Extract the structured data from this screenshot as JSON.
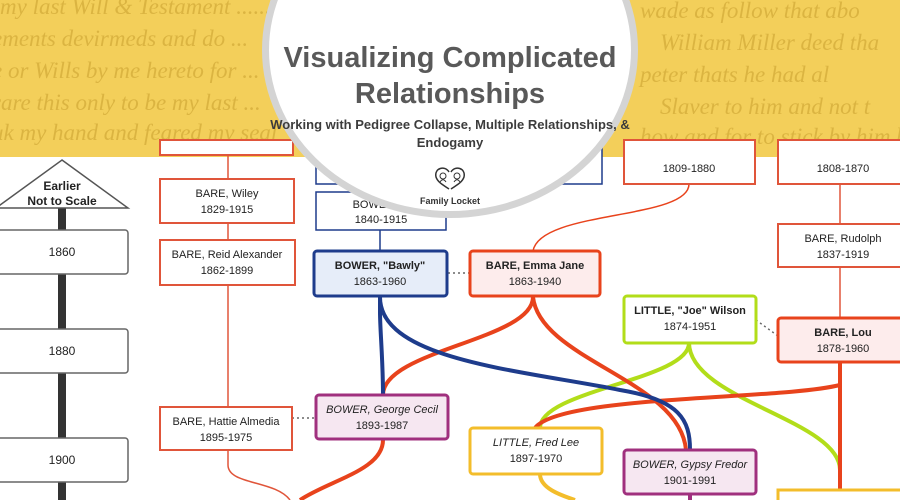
{
  "header": {
    "title": "Visualizing Complicated Relationships",
    "subtitle": "Working with Pedigree Collapse, Multiple Relationships, & Endogamy",
    "logo_text": "Family Locket"
  },
  "timeline": {
    "label": "Earlier Not to Scale",
    "years": [
      "1860",
      "1880",
      "1900"
    ]
  },
  "people": [
    {
      "id": "partial_left",
      "name": "",
      "dates": "",
      "style": "plain"
    },
    {
      "id": "partial_mid",
      "name": "",
      "dates": "",
      "style": "plain"
    },
    {
      "id": "wiley",
      "name": "BARE, Wiley",
      "dates": "1829-1915",
      "style": "plain"
    },
    {
      "id": "reid",
      "name": "BARE, Reid Alexander",
      "dates": "1862-1899",
      "style": "plain"
    },
    {
      "id": "bower_partial",
      "name": "BOWER, ...",
      "dates": "1840-1915",
      "style": "plain"
    },
    {
      "id": "bawly",
      "name": "BOWER, \"Bawly\"",
      "dates": "1863-1960",
      "style": "blue"
    },
    {
      "id": "emma",
      "name": "BARE, Emma Jane",
      "dates": "1863-1940",
      "style": "red"
    },
    {
      "id": "p1809",
      "name": "",
      "dates": "1809-1880",
      "style": "plain"
    },
    {
      "id": "p1808",
      "name": "",
      "dates": "1808-1870",
      "style": "plain"
    },
    {
      "id": "rudolph",
      "name": "BARE, Rudolph",
      "dates": "1837-1919",
      "style": "plain"
    },
    {
      "id": "joe",
      "name": "LITTLE, \"Joe\" Wilson",
      "dates": "1874-1951",
      "style": "lime"
    },
    {
      "id": "lou",
      "name": "BARE, Lou",
      "dates": "1878-1960",
      "style": "red"
    },
    {
      "id": "hattie",
      "name": "BARE, Hattie Almedia",
      "dates": "1895-1975",
      "style": "plain"
    },
    {
      "id": "george",
      "name": "BOWER, George Cecil",
      "dates": "1893-1987",
      "style": "purple"
    },
    {
      "id": "fred",
      "name": "LITTLE, Fred Lee",
      "dates": "1897-1970",
      "style": "yellow"
    },
    {
      "id": "gypsy",
      "name": "BOWER, Gypsy Fredor",
      "dates": "1901-1991",
      "style": "purple"
    }
  ],
  "colors": {
    "banner": "#f3cf5a",
    "blue": "#1e3c8c",
    "red": "#e8431c",
    "lime": "#b2dd1a",
    "yellow": "#f3bd2b",
    "purple": "#a0307e",
    "plain_border": "#e0553a"
  }
}
